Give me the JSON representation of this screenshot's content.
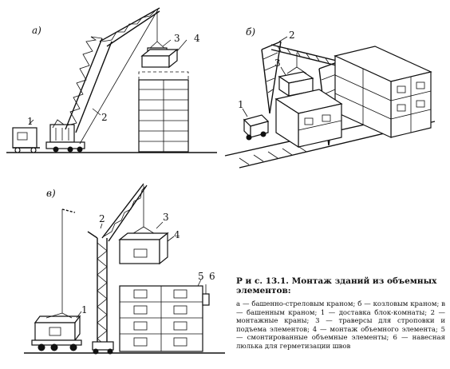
{
  "panels": {
    "a": {
      "label": "а)"
    },
    "b": {
      "label": "б)"
    },
    "v": {
      "label": "в)"
    }
  },
  "callouts": {
    "a": [
      "1",
      "2",
      "3",
      "4"
    ],
    "b": [
      "1",
      "2",
      "3"
    ],
    "v": [
      "1",
      "2",
      "3",
      "4",
      "5",
      "6"
    ]
  },
  "caption": {
    "title": "Р и с. 13.1. Монтаж зданий из объемных элементов:",
    "body": "а — башенно-стреловым краном; б — козловым краном; в — башенным краном; 1 — доставка блок-комнаты; 2 — монтажные краны; 3 — траверсы для строповки и подъема элементов; 4 — монтаж объемного элемента; 5 — смонтированные объемные элементы; 6 — навесная люлька для герметизации швов"
  }
}
